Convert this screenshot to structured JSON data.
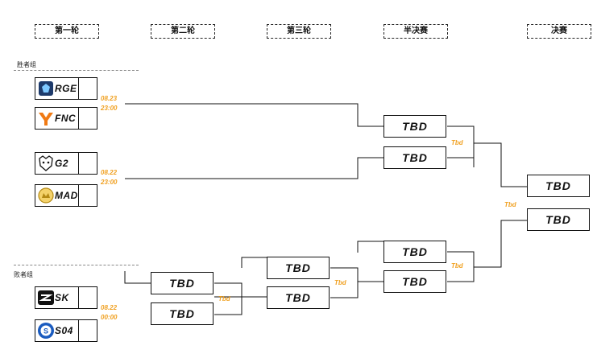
{
  "rounds": {
    "r1": "第一轮",
    "r2": "第二轮",
    "r3": "第三轮",
    "semi": "半决赛",
    "final": "决赛"
  },
  "groups": {
    "winners": "胜者组",
    "losers": "败者组"
  },
  "teams": {
    "rge": "RGE",
    "fnc": "FNC",
    "g2": "G2",
    "mad": "MAD",
    "sk": "SK",
    "s04": "S04"
  },
  "times": {
    "m1": "08.23\n23:00",
    "m2": "08.22\n23:00",
    "m3": "08.22\n00:00",
    "tbd": "Tbd"
  },
  "tbd": "TBD",
  "colors": {
    "time": "#f0a020",
    "line": "#111111"
  }
}
